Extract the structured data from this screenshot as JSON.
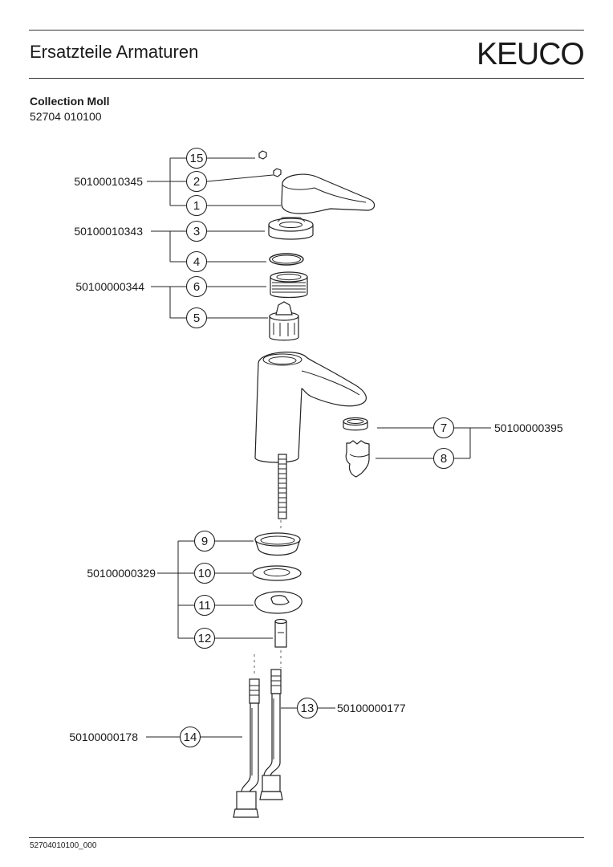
{
  "header": {
    "title": "Ersatzteile Armaturen",
    "brand": "KEUCO"
  },
  "product": {
    "collection": "Collection Moll",
    "article_number": "52704 010100"
  },
  "footer": {
    "document_id": "52704010100_000"
  },
  "part_groups": [
    {
      "part_number": "50100010345",
      "items": [
        "15",
        "2",
        "1"
      ]
    },
    {
      "part_number": "50100010343",
      "items": [
        "3",
        "4"
      ]
    },
    {
      "part_number": "50100000344",
      "items": [
        "6",
        "5"
      ]
    },
    {
      "part_number": "50100000395",
      "items": [
        "7",
        "8"
      ]
    },
    {
      "part_number": "50100000329",
      "items": [
        "9",
        "10",
        "11",
        "12"
      ]
    },
    {
      "part_number": "50100000177",
      "items": [
        "13"
      ]
    },
    {
      "part_number": "50100000178",
      "items": [
        "14"
      ]
    }
  ],
  "callouts": [
    "15",
    "2",
    "1",
    "3",
    "4",
    "6",
    "5",
    "7",
    "8",
    "9",
    "10",
    "11",
    "12",
    "13",
    "14"
  ]
}
